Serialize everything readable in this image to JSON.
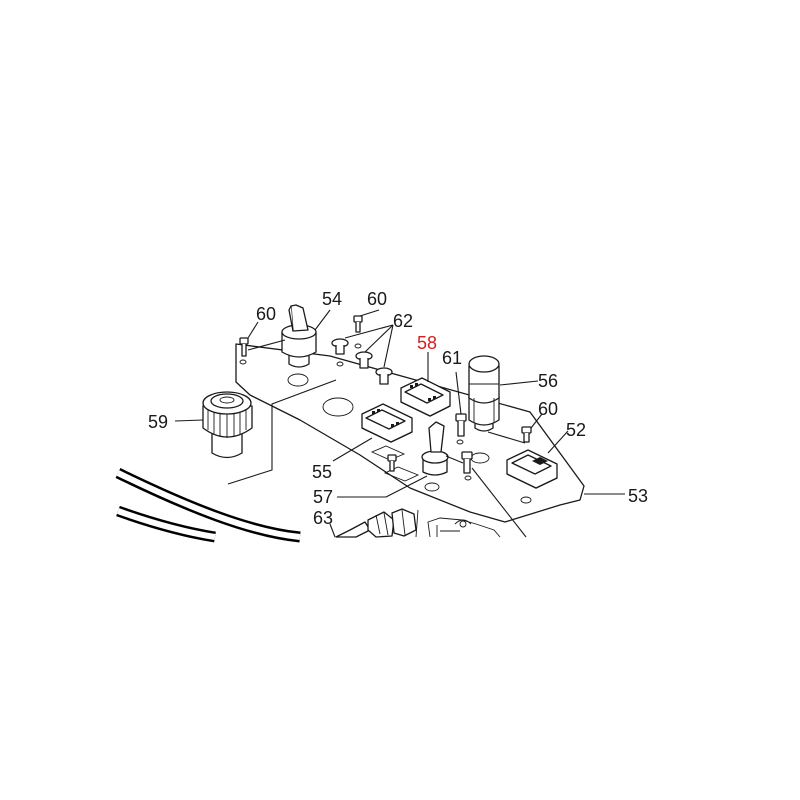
{
  "diagram": {
    "labels": {
      "p52": "52",
      "p53": "53",
      "p54": "54",
      "p55": "55",
      "p56": "56",
      "p57": "57",
      "p58": "58",
      "p59": "59",
      "p60a": "60",
      "p60b": "60",
      "p60c": "60",
      "p61": "61",
      "p62": "62",
      "p63": "63"
    },
    "highlight_color": "#d42020",
    "line_color": "#1a1a1a"
  }
}
